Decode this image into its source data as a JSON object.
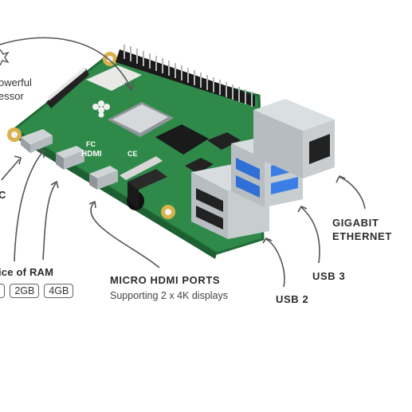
{
  "labels": {
    "processor_line1": "owerful",
    "processor_line2": "essor",
    "usbc_fragment": "C",
    "ram_title": "ice of RAM",
    "ram_options": [
      "B",
      "2GB",
      "4GB"
    ],
    "micro_hdmi_title": "MICRO HDMI PORTS",
    "micro_hdmi_sub": "Supporting 2 x 4K displays",
    "usb2": "USB 2",
    "usb3": "USB 3",
    "ethernet_line1": "GIGABIT",
    "ethernet_line2": "ETHERNET"
  },
  "board": {
    "silkscreen_hdmi": "HDMI",
    "fc_mark": "FC",
    "ce_mark": "CE"
  },
  "colors": {
    "pcb": "#2f8a4a",
    "pcb_dark": "#1f6b36",
    "metal": "#c9cfd3",
    "usb3_blue": "#2f6fd6",
    "gold": "#c9a545",
    "arrow": "#555555"
  }
}
